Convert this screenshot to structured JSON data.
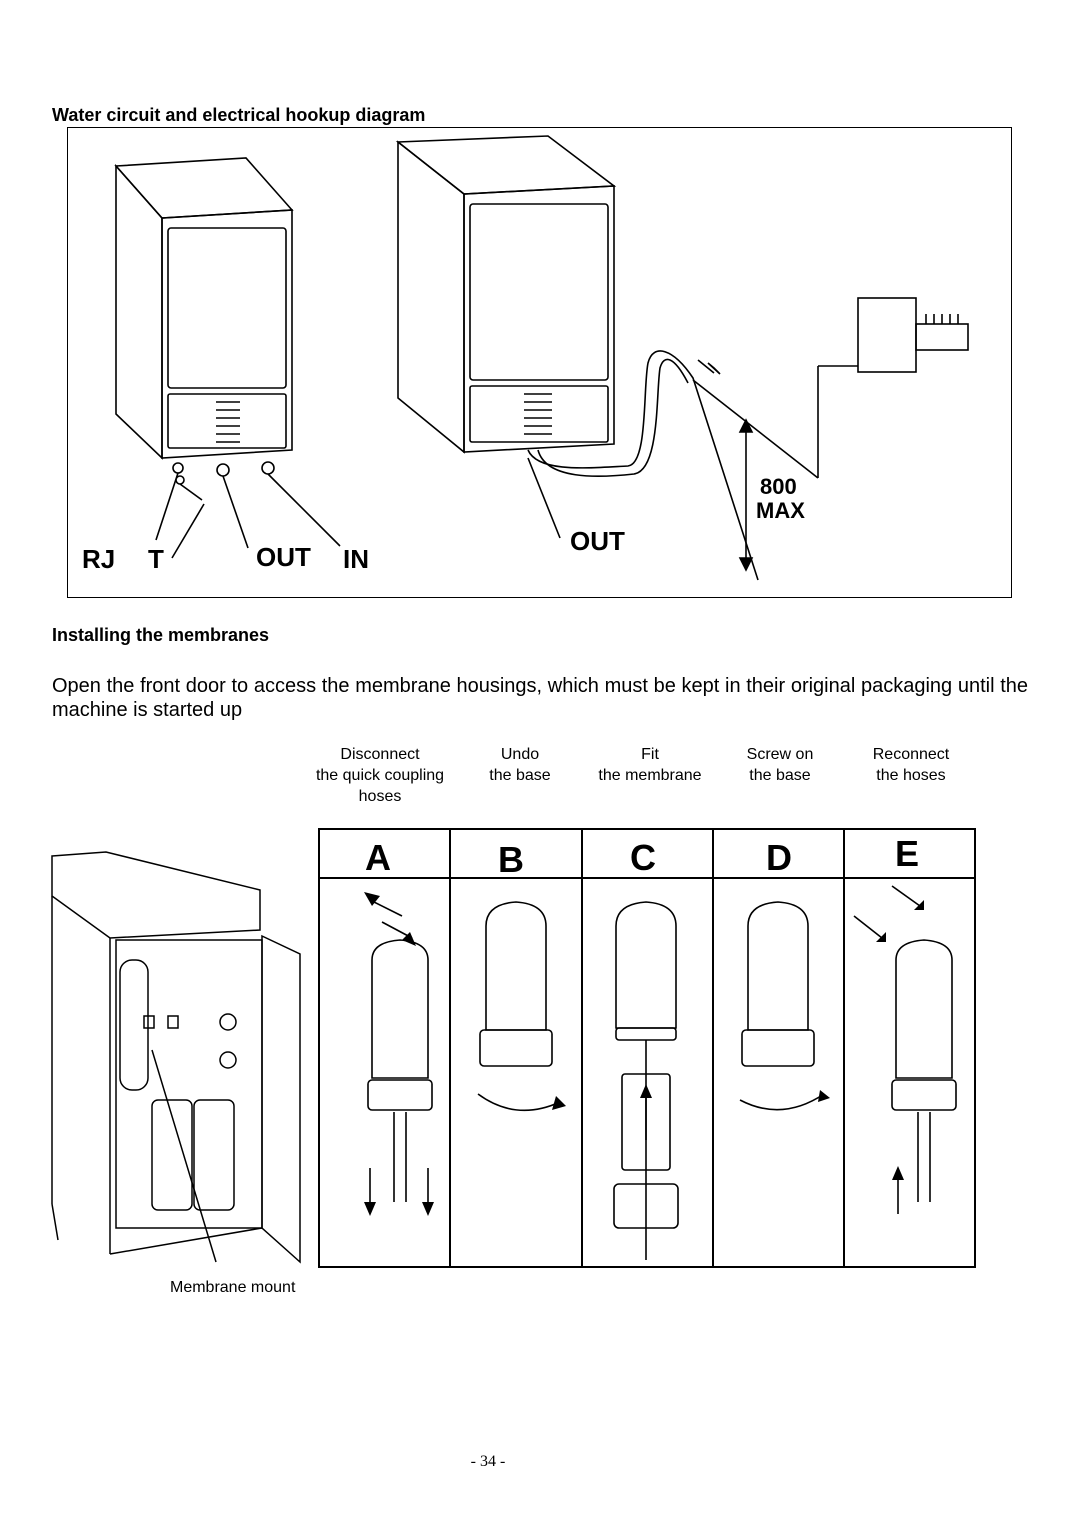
{
  "section1": {
    "heading": "Water circuit and electrical hookup diagram",
    "labels": {
      "rj": "RJ",
      "t": "T",
      "out_left": "OUT",
      "in": "IN",
      "out_right": "OUT",
      "max_value": "800",
      "max_unit": "MAX"
    }
  },
  "section2": {
    "heading": "Installing the membranes",
    "paragraph": "Open the front door to access the membrane housings, which must be kept in their original packaging until the machine is started up",
    "steps": [
      {
        "letter": "A",
        "line1": "Disconnect",
        "line2": "the quick coupling",
        "line3": "hoses"
      },
      {
        "letter": "B",
        "line1": "Undo",
        "line2": "the base",
        "line3": ""
      },
      {
        "letter": "C",
        "line1": "Fit",
        "line2": "the membrane",
        "line3": ""
      },
      {
        "letter": "D",
        "line1": "Screw on",
        "line2": "the base",
        "line3": ""
      },
      {
        "letter": "E",
        "line1": "Reconnect",
        "line2": "the hoses",
        "line3": ""
      }
    ],
    "membrane_mount_label": "Membrane mount"
  },
  "footer": {
    "page_number": "- 34 -"
  }
}
